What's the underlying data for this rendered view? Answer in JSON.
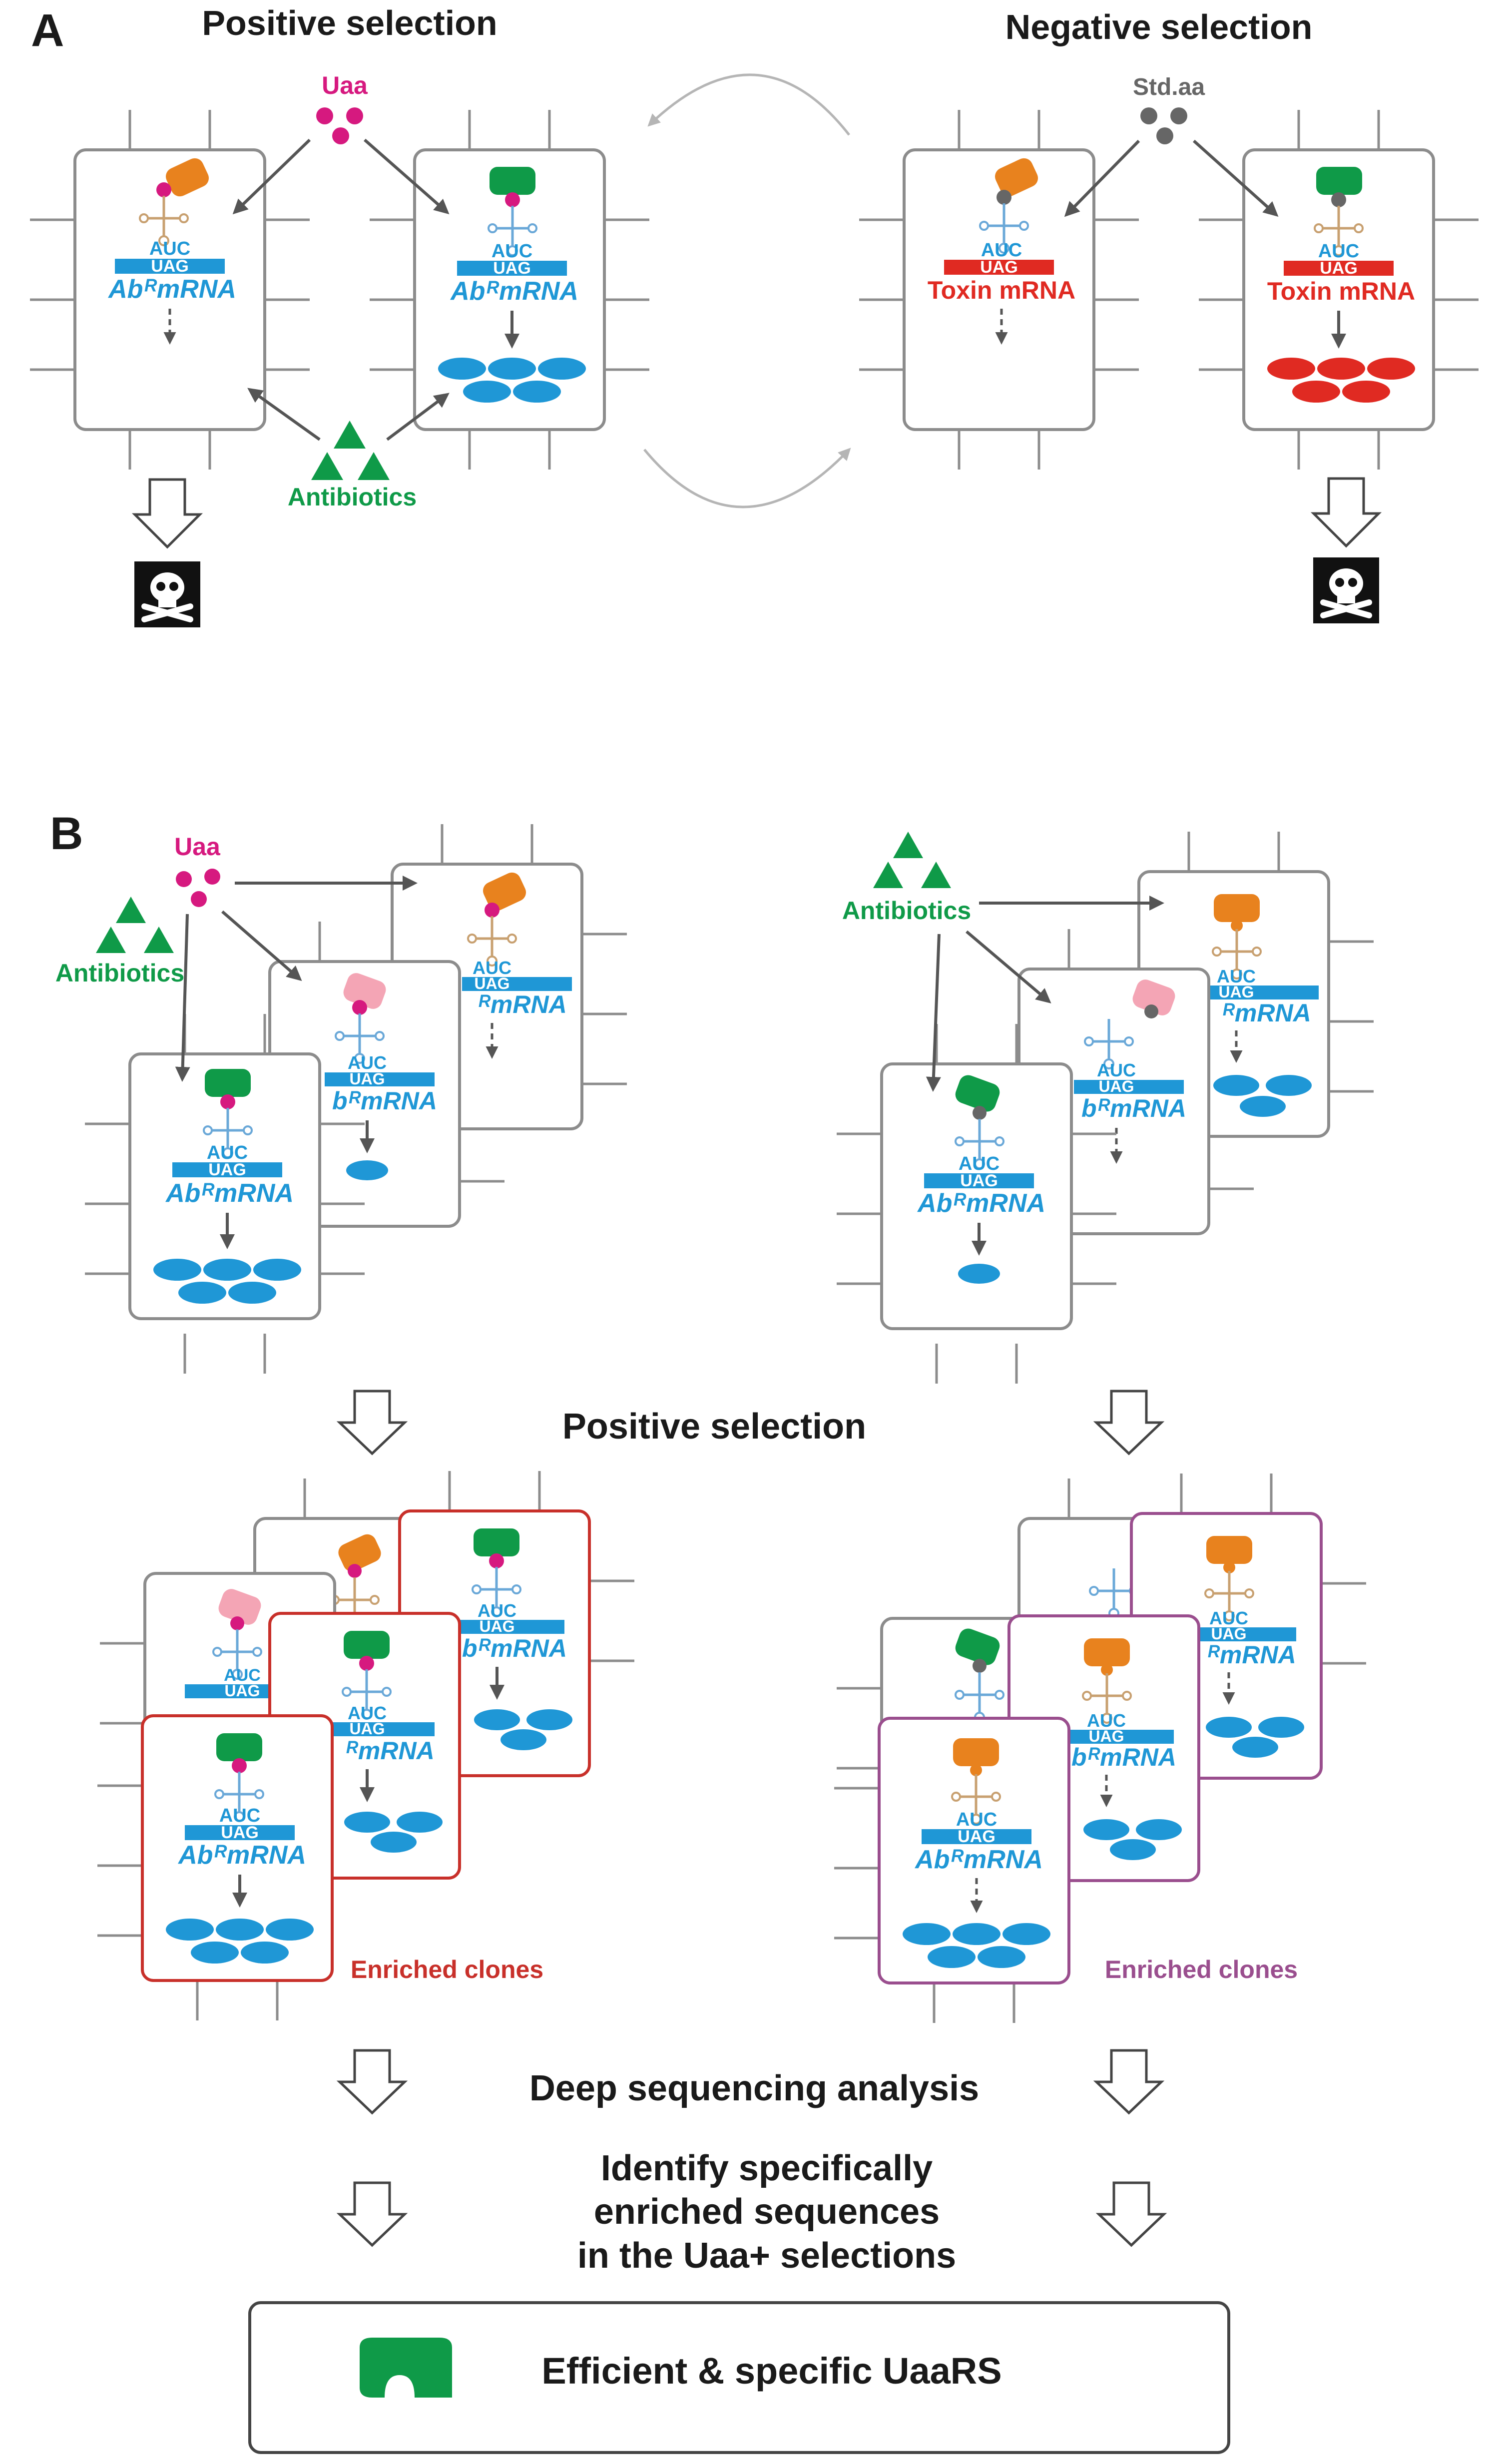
{
  "panel_a": {
    "label": "A",
    "positive_title": "Positive selection",
    "negative_title": "Negative selection",
    "uaa": "Uaa",
    "std_aa": "Std.aa",
    "antibiotics": "Antibiotics",
    "codon_top": "AUC",
    "codon_bottom": "UAG",
    "ab_mrna": "AbᴿmRNA",
    "toxin_mrna": "Toxin mRNA"
  },
  "panel_b": {
    "label": "B",
    "uaa": "Uaa",
    "antibiotics_left": "Antibiotics",
    "antibiotics_right": "Antibiotics",
    "codon_top": "AUC",
    "codon_bottom": "UAG",
    "ab_mrna": "AbᴿmRNA",
    "ab_mrna_partial": "bᴿmRNA",
    "mrna_partial": "ᴿmRNA",
    "uag_partial": "UAG",
    "auc_partial": "AUC",
    "positive_selection": "Positive selection",
    "enriched_left": "Enriched clones",
    "enriched_right": "Enriched clones",
    "deep_sequencing": "Deep sequencing analysis",
    "identify_line1": "Identify specifically",
    "identify_line2": "enriched sequences",
    "identify_line3": "in the Uaa+ selections",
    "result": "Efficient & specific UaaRS"
  },
  "colors": {
    "orange": "#e8821e",
    "green": "#0f9a48",
    "pink": "#f4a5b5",
    "magenta": "#d6197f",
    "blue": "#1f97d6",
    "red": "#e02a22",
    "dark_red": "#c8302a",
    "purple": "#9a4e8e",
    "gray_dot": "#666666",
    "trna": "#c8a070",
    "trna_blue": "#6aa8d8"
  }
}
